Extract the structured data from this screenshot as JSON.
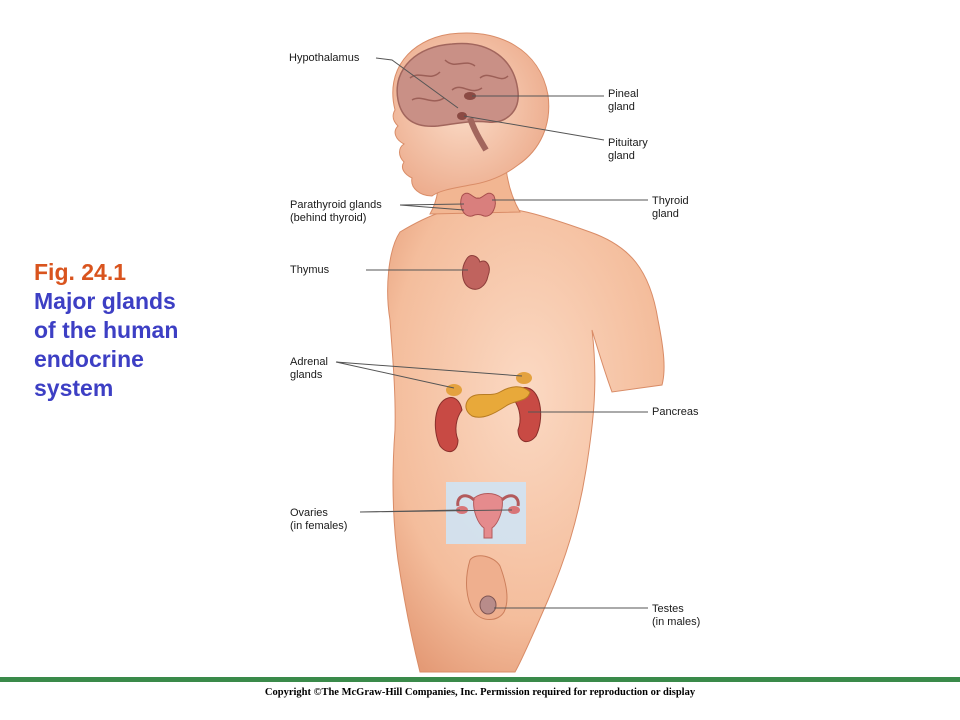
{
  "caption": {
    "fig": "Fig. 24.1",
    "description": "Major glands\nof the human\nendocrine\nsystem",
    "fig_color": "#d9541e",
    "description_color": "#3d3fc4"
  },
  "labels": {
    "hypothalamus": "Hypothalamus",
    "pineal": "Pineal\ngland",
    "pituitary": "Pituitary\ngland",
    "parathyroid": "Parathyroid glands\n(behind thyroid)",
    "thyroid": "Thyroid\ngland",
    "thymus": "Thymus",
    "adrenal": "Adrenal\nglands",
    "pancreas": "Pancreas",
    "ovaries": "Ovaries\n(in females)",
    "testes": "Testes\n(in males)"
  },
  "footer": {
    "copyright": "Copyright ©The McGraw-Hill Companies, Inc. Permission required for reproduction or display",
    "rule_color": "#3a8a4a"
  },
  "colors": {
    "skin": "#f6c3a2",
    "skin_shadow": "#e79c77",
    "brain": "#c9958a",
    "gland_pink": "#d97b7a",
    "pancreas": "#e8a93a",
    "kidney": "#c64a42",
    "ovary_panel": "#cfe3f4",
    "leader_line": "#555555"
  }
}
